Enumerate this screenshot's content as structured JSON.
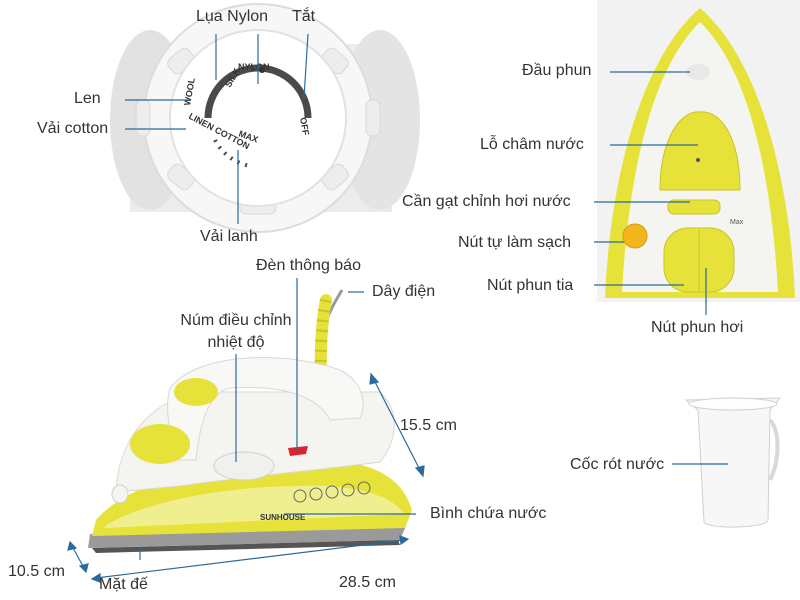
{
  "dial_panel": {
    "labels": {
      "silk_nylon": "Lụa Nylon",
      "off": "Tắt",
      "wool": "Len",
      "cotton": "Vải cotton",
      "linen": "Vải lanh"
    },
    "dial_marks": {
      "wool": "WOOL",
      "silk": "SILK",
      "nylon": "NYLON",
      "off": "OFF",
      "linen_cotton": "LINEN COTTON",
      "max": "MAX"
    }
  },
  "top_view_panel": {
    "labels": {
      "spray_nozzle": "Đầu phun",
      "fill_hole": "Lỗ châm nước",
      "steam_lever": "Cần gạt chỉnh hơi nước",
      "self_clean": "Nút tự làm sạch",
      "spray_button": "Nút phun tia",
      "steam_button": "Nút phun hơi"
    },
    "marks": {
      "max": "Max"
    }
  },
  "side_view_panel": {
    "labels": {
      "indicator_light": "Đèn thông báo",
      "power_cord": "Dây điện",
      "temp_knob": "Núm điều chỉnh\nnhiệt độ",
      "height": "15.5 cm",
      "water_tank": "Bình chứa nước",
      "width": "10.5 cm",
      "soleplate": "Mặt đế",
      "length": "28.5 cm"
    },
    "brand": "SUNHOUSE"
  },
  "cup_panel": {
    "labels": {
      "measuring_cup": "Cốc rót nước"
    }
  },
  "colors": {
    "yellow": "#e6e23a",
    "white_plastic": "#f4f4f0",
    "pointer_line": "#2b6a9e",
    "dimension_arrow": "#2b6a9e",
    "photo_bg": "#ececec"
  }
}
